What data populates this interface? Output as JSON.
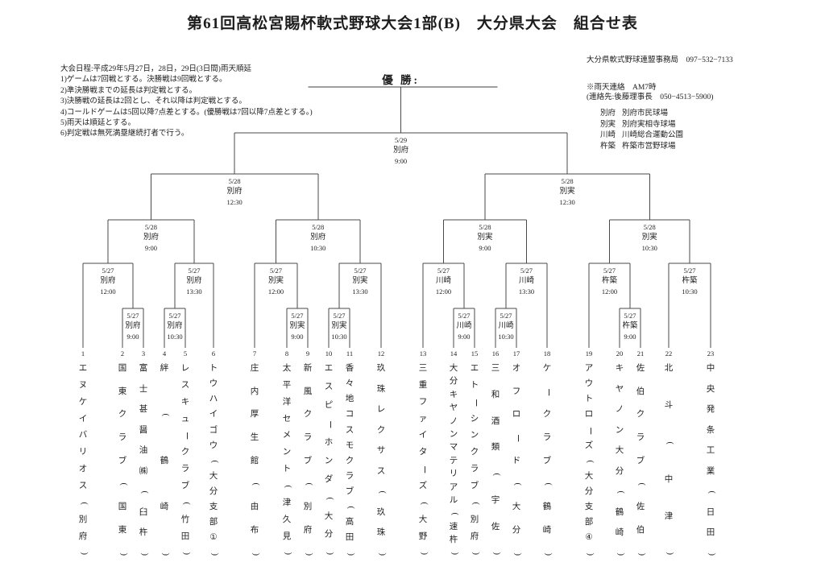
{
  "title": "第61回高松宮賜杯軟式野球大会1部(B)　大分県大会　組合せ表",
  "rules": {
    "heading": "大会日程:平成29年5月27日，28日，29日(3日間)雨天順延",
    "items": [
      "1)ゲームは7回戦とする。決勝戦は9回戦とする。",
      "2)準決勝戦までの延長は判定戦とする。",
      "3)決勝戦の延長は2回とし、それ以降は判定戦とする。",
      "4)コールドゲームは5回以降7点差とする。(優勝戦は7回以降7点差とする。)",
      "5)雨天は順延とする。",
      "6)判定戦は無死満塁継続打者で行う。"
    ]
  },
  "contact": {
    "office": "大分県軟式野球連盟事務局　097−532−7133",
    "rain": "※雨天連絡　AM7時",
    "rain_contact": "(連絡先:後藤理事長　050−4513−5900)"
  },
  "venues": [
    {
      "abbr": "別府",
      "name": "別府市民球場"
    },
    {
      "abbr": "別実",
      "name": "別府実相寺球場"
    },
    {
      "abbr": "川崎",
      "name": "川崎総合運動公園"
    },
    {
      "abbr": "杵築",
      "name": "杵築市営野球場"
    }
  ],
  "champion": {
    "label": "優 勝:"
  },
  "bracket": {
    "teams": [
      {
        "num": "1",
        "name": "エヌケイバリオス",
        "affil": "別府"
      },
      {
        "num": "2",
        "name": "国東クラブ",
        "affil": "国東"
      },
      {
        "num": "3",
        "name": "富士甚醤油㈱",
        "affil": "臼杵"
      },
      {
        "num": "4",
        "name": "絆",
        "affil": "鶴崎"
      },
      {
        "num": "5",
        "name": "レスキュークラブ",
        "affil": "竹田"
      },
      {
        "num": "6",
        "name": "トウハイゴウ",
        "affil": "大分支部①"
      },
      {
        "num": "7",
        "name": "庄内厚生館",
        "affil": "由布"
      },
      {
        "num": "8",
        "name": "太平洋セメント",
        "affil": "津久見"
      },
      {
        "num": "9",
        "name": "新風クラブ",
        "affil": "別府"
      },
      {
        "num": "10",
        "name": "エスピーホンダ",
        "affil": "大分"
      },
      {
        "num": "11",
        "name": "香々地コスモクラブ",
        "affil": "高田"
      },
      {
        "num": "12",
        "name": "玖珠レクサス",
        "affil": "玖珠"
      },
      {
        "num": "13",
        "name": "三重ファイターズ",
        "affil": "大野"
      },
      {
        "num": "14",
        "name": "大分キヤノンマテリアル",
        "affil": "速杵"
      },
      {
        "num": "15",
        "name": "エトーシンクラブ",
        "affil": "別府"
      },
      {
        "num": "16",
        "name": "三和酒類",
        "affil": "宇佐"
      },
      {
        "num": "17",
        "name": "オフロード",
        "affil": "大分"
      },
      {
        "num": "18",
        "name": "ケークラブ",
        "affil": "鶴崎"
      },
      {
        "num": "19",
        "name": "アウトローズ",
        "affil": "大分支部④"
      },
      {
        "num": "20",
        "name": "キヤノン大分",
        "affil": "鶴崎"
      },
      {
        "num": "21",
        "name": "佐伯クラブ",
        "affil": "佐伯"
      },
      {
        "num": "22",
        "name": "北斗",
        "affil": "中津"
      },
      {
        "num": "23",
        "name": "中央発条工業",
        "affil": "日田"
      }
    ],
    "matches": [
      {
        "id": "m1",
        "date": "5/27",
        "venue": "別府",
        "time": "9:00",
        "round": "nested",
        "slots": [
          "t2",
          "t3"
        ]
      },
      {
        "id": "m2",
        "date": "5/27",
        "venue": "別府",
        "time": "12:00",
        "round": "r1",
        "slots": [
          "t1",
          "m1"
        ]
      },
      {
        "id": "m3",
        "date": "5/27",
        "venue": "別府",
        "time": "10:30",
        "round": "nested",
        "slots": [
          "t4",
          "t5"
        ]
      },
      {
        "id": "m4",
        "date": "5/27",
        "venue": "別府",
        "time": "13:30",
        "round": "r1",
        "slots": [
          "m3",
          "t6"
        ]
      },
      {
        "id": "m5",
        "date": "5/28",
        "venue": "別府",
        "time": "9:00",
        "round": "qf",
        "slots": [
          "m2",
          "m4"
        ]
      },
      {
        "id": "m6",
        "date": "5/27",
        "venue": "別実",
        "time": "9:00",
        "round": "nested",
        "slots": [
          "t8",
          "t9"
        ]
      },
      {
        "id": "m7",
        "date": "5/27",
        "venue": "別実",
        "time": "12:00",
        "round": "r1",
        "slots": [
          "t7",
          "m6"
        ]
      },
      {
        "id": "m8",
        "date": "5/27",
        "venue": "別実",
        "time": "10:30",
        "round": "nested",
        "slots": [
          "t10",
          "t11"
        ]
      },
      {
        "id": "m9",
        "date": "5/27",
        "venue": "別実",
        "time": "13:30",
        "round": "r1",
        "slots": [
          "m8",
          "t12"
        ]
      },
      {
        "id": "m10",
        "date": "5/28",
        "venue": "別府",
        "time": "10:30",
        "round": "qf",
        "slots": [
          "m7",
          "m9"
        ]
      },
      {
        "id": "m11",
        "date": "5/28",
        "venue": "別府",
        "time": "12:30",
        "round": "sf",
        "slots": [
          "m5",
          "m10"
        ]
      },
      {
        "id": "m12",
        "date": "5/27",
        "venue": "川崎",
        "time": "9:00",
        "round": "nested",
        "slots": [
          "t14",
          "t15"
        ]
      },
      {
        "id": "m13",
        "date": "5/27",
        "venue": "川崎",
        "time": "12:00",
        "round": "r1",
        "slots": [
          "t13",
          "m12"
        ]
      },
      {
        "id": "m14",
        "date": "5/27",
        "venue": "川崎",
        "time": "10:30",
        "round": "nested",
        "slots": [
          "t16",
          "t17"
        ]
      },
      {
        "id": "m15",
        "date": "5/27",
        "venue": "川崎",
        "time": "13:30",
        "round": "r1",
        "slots": [
          "m14",
          "t18"
        ]
      },
      {
        "id": "m16",
        "date": "5/28",
        "venue": "別実",
        "time": "9:00",
        "round": "qf",
        "slots": [
          "m13",
          "m15"
        ]
      },
      {
        "id": "m17",
        "date": "5/27",
        "venue": "杵築",
        "time": "9:00",
        "round": "nested",
        "slots": [
          "t20",
          "t21"
        ]
      },
      {
        "id": "m18",
        "date": "5/27",
        "venue": "杵築",
        "time": "12:00",
        "round": "r1",
        "slots": [
          "t19",
          "m17"
        ]
      },
      {
        "id": "m19",
        "date": "5/27",
        "venue": "杵築",
        "time": "10:30",
        "round": "r1",
        "slots": [
          "t22",
          "t23"
        ]
      },
      {
        "id": "m20",
        "date": "5/28",
        "venue": "別実",
        "time": "10:30",
        "round": "qf",
        "slots": [
          "m18",
          "m19"
        ]
      },
      {
        "id": "m21",
        "date": "5/28",
        "venue": "別実",
        "time": "12:30",
        "round": "sf",
        "slots": [
          "m16",
          "m20"
        ]
      },
      {
        "id": "m22",
        "date": "5/29",
        "venue": "別府",
        "time": "9:00",
        "round": "final",
        "slots": [
          "m11",
          "m21"
        ]
      }
    ]
  }
}
